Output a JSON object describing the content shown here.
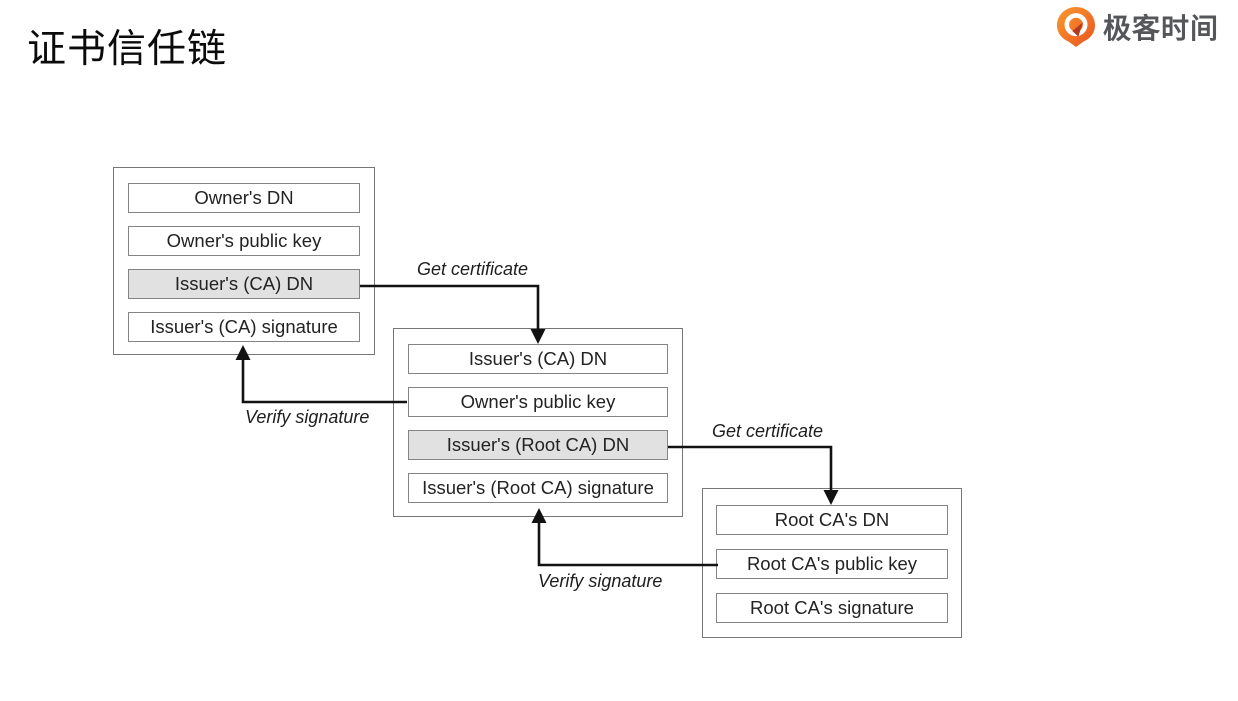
{
  "page": {
    "title": "证书信任链"
  },
  "logo": {
    "text": "极客时间",
    "icon": "geektime-pin-icon",
    "icon_color": "#ee6a1d",
    "text_color": "#55565a"
  },
  "diagram": {
    "certificates": [
      {
        "name": "owner-certificate",
        "fields": [
          {
            "label": "Owner's DN",
            "highlighted": false
          },
          {
            "label": "Owner's public key",
            "highlighted": false
          },
          {
            "label": "Issuer's (CA) DN",
            "highlighted": true
          },
          {
            "label": "Issuer's (CA) signature",
            "highlighted": false
          }
        ]
      },
      {
        "name": "intermediate-ca-certificate",
        "fields": [
          {
            "label": "Issuer's (CA) DN",
            "highlighted": false
          },
          {
            "label": "Owner's public key",
            "highlighted": false
          },
          {
            "label": "Issuer's (Root CA) DN",
            "highlighted": true
          },
          {
            "label": "Issuer's (Root CA) signature",
            "highlighted": false
          }
        ]
      },
      {
        "name": "root-ca-certificate",
        "fields": [
          {
            "label": "Root CA's DN",
            "highlighted": false
          },
          {
            "label": "Root CA's public key",
            "highlighted": false
          },
          {
            "label": "Root CA's signature",
            "highlighted": false
          }
        ]
      }
    ],
    "arrows": [
      {
        "label": "Get certificate",
        "from": "Issuer's (CA) DN (owner certificate)",
        "to": "intermediate CA certificate top"
      },
      {
        "label": "Verify signature",
        "from": "Owner's public key (intermediate certificate)",
        "to": "Issuer's (CA) signature (owner certificate)"
      },
      {
        "label": "Get certificate",
        "from": "Issuer's (Root CA) DN (intermediate certificate)",
        "to": "root CA certificate top"
      },
      {
        "label": "Verify signature",
        "from": "Root CA's public key (root certificate)",
        "to": "Issuer's (Root CA) signature (intermediate certificate)"
      }
    ],
    "colors": {
      "highlight_fill": "#e1e1e1",
      "outer_box_border": "#767676",
      "field_border": "#848484",
      "arrow": "#121212"
    }
  }
}
